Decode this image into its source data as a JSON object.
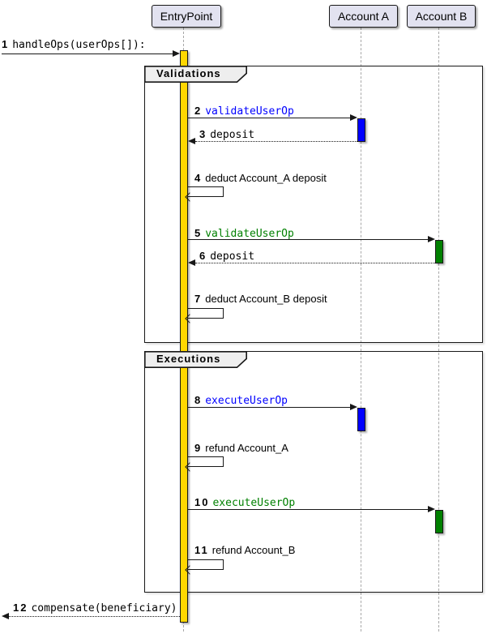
{
  "participants": [
    {
      "label": "EntryPoint"
    },
    {
      "label": "Account A"
    },
    {
      "label": "Account B"
    }
  ],
  "frames": [
    {
      "label": "Validations"
    },
    {
      "label": "Executions"
    }
  ],
  "messages": [
    {
      "num": "1",
      "label": "handleOps(userOps[]):"
    },
    {
      "num": "2",
      "label": "validateUserOp"
    },
    {
      "num": "3",
      "label": "deposit"
    },
    {
      "num": "4",
      "label": "deduct Account_A deposit"
    },
    {
      "num": "5",
      "label": "validateUserOp"
    },
    {
      "num": "6",
      "label": "deposit"
    },
    {
      "num": "7",
      "label": "deduct Account_B deposit"
    },
    {
      "num": "8",
      "label": "executeUserOp"
    },
    {
      "num": "9",
      "label": "refund Account_A"
    },
    {
      "num": "10",
      "label": "executeUserOp"
    },
    {
      "num": "11",
      "label": "refund Account_B"
    },
    {
      "num": "12",
      "label": "compensate(beneficiary)"
    }
  ],
  "colors": {
    "participant_fill": "#E2E2F0",
    "line": "#181818",
    "lifeline": "#A8A8A8",
    "frame_label_fill": "#EEEEEE",
    "activation_entrypoint": "#FFD700",
    "activation_account_a": "#0000FF",
    "activation_account_b": "#008000",
    "message_blue": "#0000FF",
    "message_green": "#008000"
  }
}
